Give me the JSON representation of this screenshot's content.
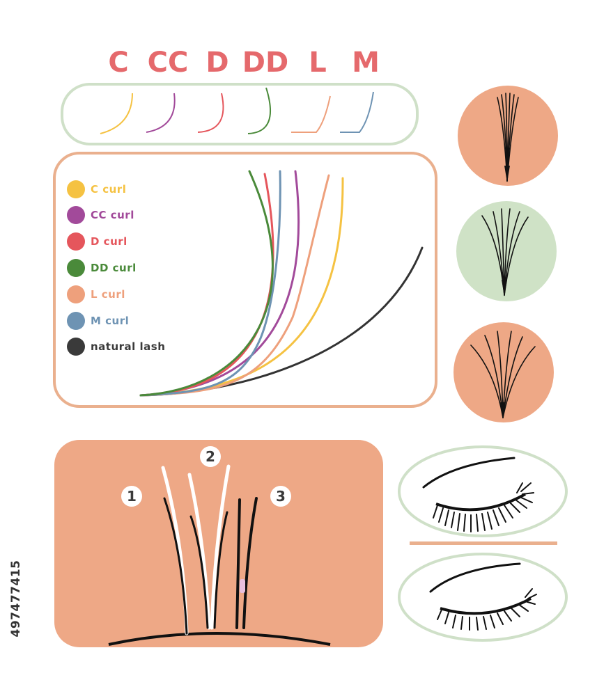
{
  "curl_types": {
    "labels": [
      "C",
      "CC",
      "D",
      "DD",
      "L",
      "M"
    ]
  },
  "legend": {
    "items": [
      {
        "label": "C  curl",
        "color": "#f5c242"
      },
      {
        "label": "CC curl",
        "color": "#a24a9a"
      },
      {
        "label": "D  curl",
        "color": "#e5565c"
      },
      {
        "label": "DD curl",
        "color": "#4a8a3a"
      },
      {
        "label": "L  curl",
        "color": "#eea07c"
      },
      {
        "label": "M curl",
        "color": "#6e93b3"
      },
      {
        "label": "natural lash",
        "color": "#3a3a3a"
      }
    ]
  },
  "hair_cycle": {
    "numbers": [
      "1",
      "2",
      "3"
    ]
  },
  "watermark": {
    "id": "497477415"
  },
  "colors": {
    "title_red": "#e5696c",
    "panel_green_border": "#cfe0c8",
    "panel_peach_border": "#eab08e",
    "peach_fill": "#eea886",
    "green_fill": "#cfe2c6"
  }
}
